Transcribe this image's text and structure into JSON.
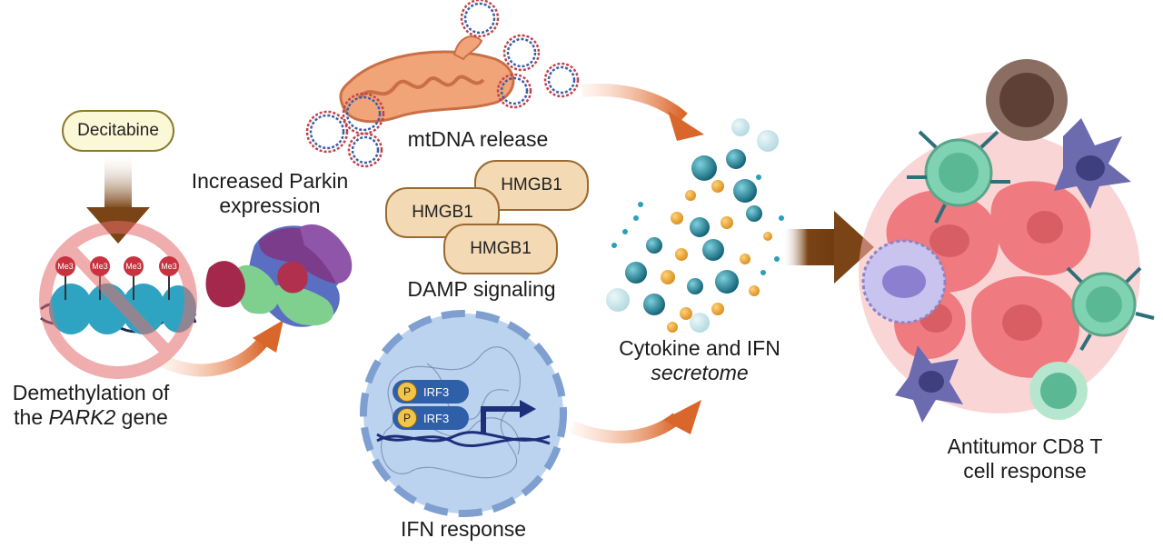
{
  "labels": {
    "decitabine": "Decitabine",
    "demethylation_line1": "Demethylation of",
    "demethylation_line2_prefix": "the ",
    "demethylation_line2_gene": "PARK2",
    "demethylation_line2_suffix": " gene",
    "parkin_line1": "Increased Parkin",
    "parkin_line2": "expression",
    "mtdna": "mtDNA release",
    "hmgb1_a": "HMGB1",
    "hmgb1_b": "HMGB1",
    "hmgb1_c": "HMGB1",
    "damp": "DAMP signaling",
    "ifn_response": "IFN response",
    "irf3_a": "IRF3",
    "irf3_b": "IRF3",
    "p_a": "P",
    "p_b": "P",
    "secretome_line1": "Cytokine and IFN",
    "secretome_line2": "secretome",
    "antitumor_line1": "Antitumor CD8 T",
    "antitumor_line2": "cell response",
    "methyl": [
      "Me3",
      "Me3",
      "Me3",
      "Me3"
    ]
  },
  "colors": {
    "arrow_brown": "#7a4416",
    "arrow_orange": "#e07a3c",
    "tumor_pink": "#ef7b80",
    "tcell_green": "#7fd3b3",
    "dendritic_purple": "#6c6bb0",
    "mito_orange": "#f2a479",
    "nucleus_blue": "#bcd3ef",
    "prohibit_red": "#e56b6b"
  }
}
